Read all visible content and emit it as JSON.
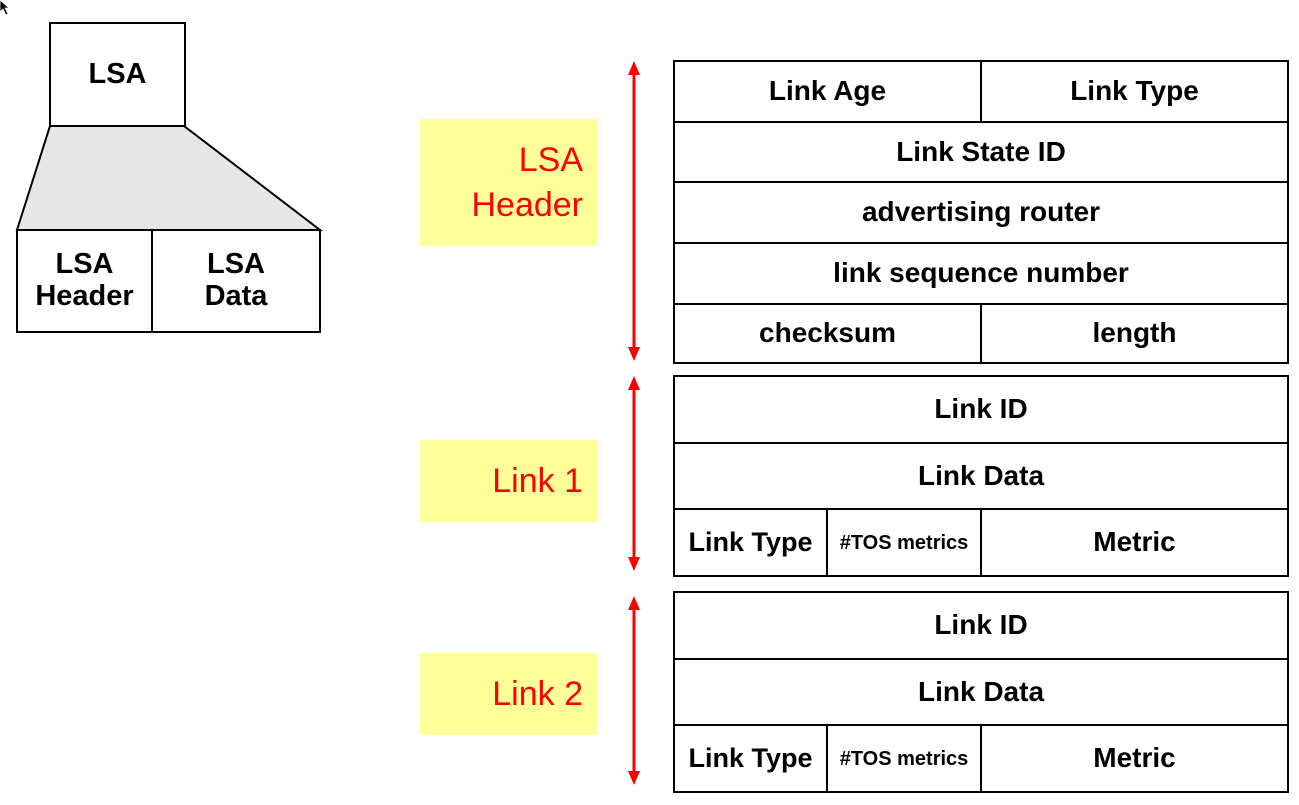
{
  "left_diagram": {
    "lsa_label": "LSA",
    "header_label": "LSA\nHeader",
    "data_label": "LSA\nData"
  },
  "side_labels": {
    "header": "LSA\nHeader",
    "link1": "Link 1",
    "link2": "Link 2"
  },
  "header_fields": {
    "link_age": "Link Age",
    "link_type": "Link Type",
    "link_state_id": "Link State ID",
    "advertising_router": "advertising router",
    "link_sequence_number": "link sequence number",
    "checksum": "checksum",
    "length": "length"
  },
  "link1": {
    "link_id": "Link ID",
    "link_data": "Link Data",
    "link_type": "Link Type",
    "tos_metrics": "#TOS metrics",
    "metric": "Metric"
  },
  "link2": {
    "link_id": "Link ID",
    "link_data": "Link Data",
    "link_type": "Link Type",
    "tos_metrics": "#TOS metrics",
    "metric": "Metric"
  },
  "colors": {
    "label_bg": "#ffff99",
    "label_text": "#ff0000",
    "arrow": "#ff0000",
    "trapezoid_fill": "#e6e6e6"
  }
}
